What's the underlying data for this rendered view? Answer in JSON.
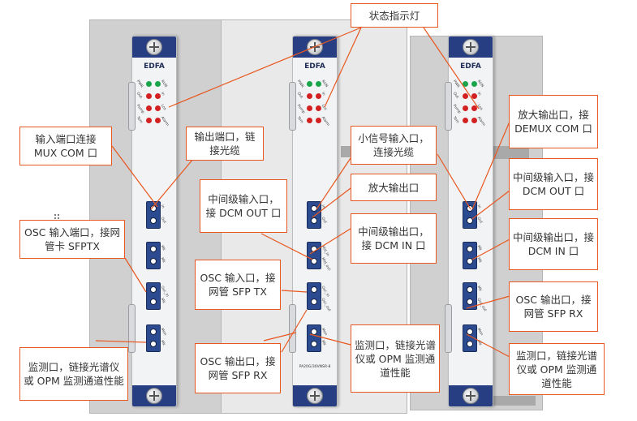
{
  "cards": [
    {
      "name": "EDFA",
      "model": ""
    },
    {
      "name": "EDFA",
      "model": "PA20G/30VNSR-8"
    },
    {
      "name": "EDFA",
      "model": ""
    }
  ],
  "led_labels": [
    "PWR",
    "RUN",
    "Out",
    "In",
    "Pump",
    "Los",
    "Tem",
    "Alarm"
  ],
  "port_labels": {
    "left": [
      [
        "In",
        "Out"
      ],
      [
        "Mk",
        "Mk"
      ],
      [
        "Osc_in",
        "Mk"
      ],
      [
        "Mon",
        "Mk"
      ]
    ],
    "middle": [
      [
        "In",
        "Out"
      ],
      [
        "Mid_in",
        "Mid_out"
      ],
      [
        "Osc_in",
        "Osc_out"
      ],
      [
        "Mon",
        "Mk"
      ]
    ],
    "right": [
      [
        "In",
        "Out"
      ],
      [
        "Mk",
        "Mk"
      ],
      [
        "Mk",
        "Osc_out"
      ],
      [
        "Mon",
        "Mk"
      ]
    ]
  },
  "callouts": {
    "status_led": "状态指示灯",
    "input_mux": "输入端口连接 MUX COM 口",
    "output_cable": "输出端口，链接光缆",
    "osc_input": "OSC 输入端口，接网管卡 SFPTX",
    "monitor_left": "监测口，链接光谱仪或 OPM 监测通道性能",
    "dcm_in_mid": "中间级输入口，接 DCM OUT 口",
    "small_signal_in": "小信号输入口，连接光缆",
    "amp_output": "放大输出口",
    "dcm_out_mid": "中间级输出口，接 DCM IN 口",
    "osc_in_mid": "OSC 输入口，接网管 SFP TX",
    "osc_out_mid": "OSC 输出口，接网管 SFP RX",
    "monitor_mid": "监测口，链接光谱仪或 OPM 监测通道性能",
    "amp_out_demux": "放大输出口，接 DEMUX COM 口",
    "dcm_in_right": "中间级输入口，接 DCM OUT 口",
    "dcm_out_right": "中间级输出口，接 DCM IN 口",
    "osc_out_right": "OSC 输出口，接网管 SFP RX",
    "monitor_right": "监测口，链接光谱仪或 OPM 监测通道性能"
  },
  "colors": {
    "accent": "#e8571f",
    "card_blue": "#273f82",
    "led_green": "#19a64a",
    "led_red": "#d32020"
  }
}
